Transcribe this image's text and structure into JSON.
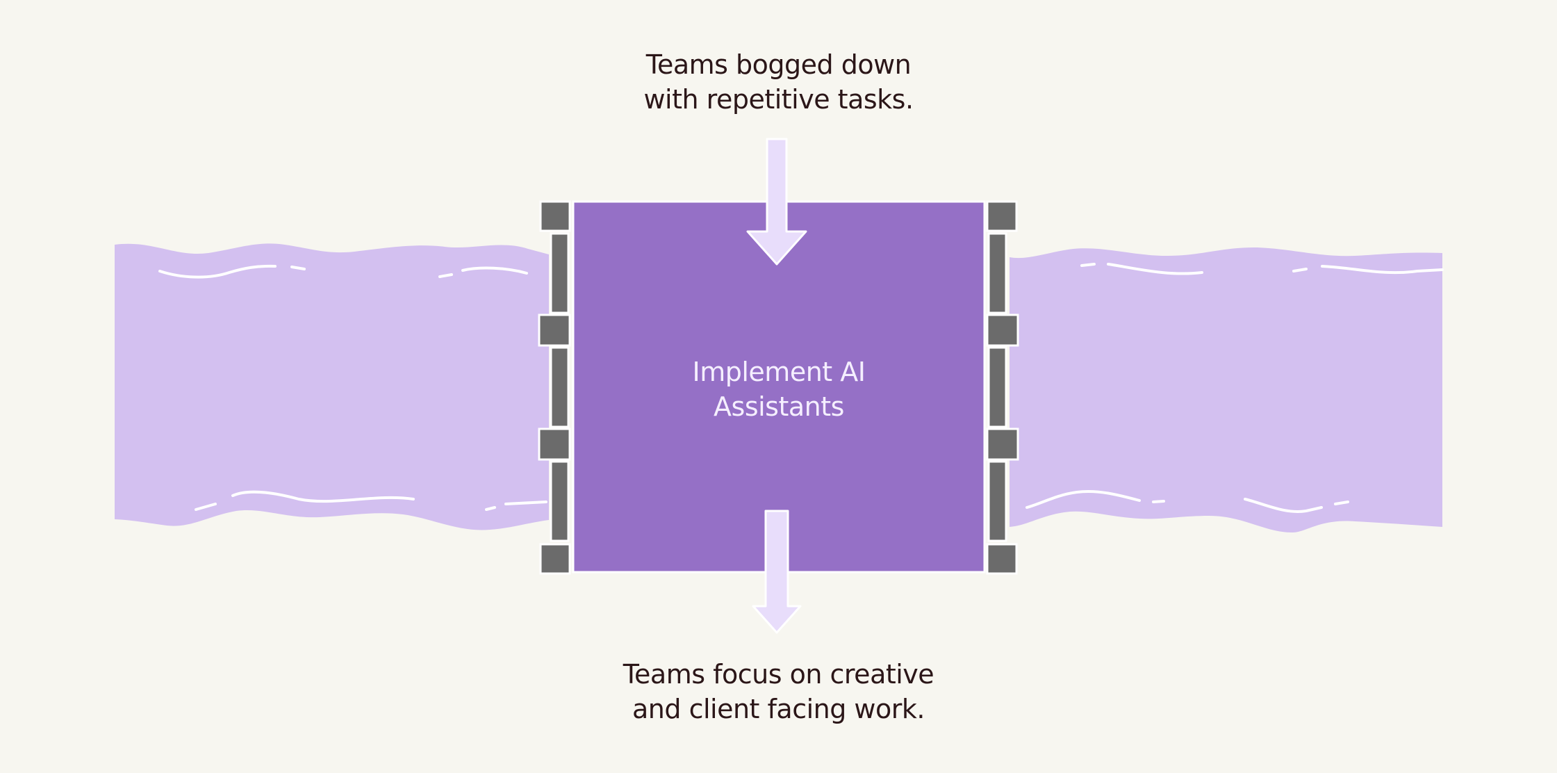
{
  "top_caption": {
    "line1": "Teams bogged down",
    "line2": "with repetitive tasks."
  },
  "center_box": {
    "line1": "Implement AI",
    "line2": "Assistants"
  },
  "bottom_caption": {
    "line1": "Teams focus on creative",
    "line2": "and client facing work."
  },
  "colors": {
    "background": "#f7f6f0",
    "river": "#d3c0f0",
    "box": "#9570c6",
    "arrow": "#e8ddfb",
    "frame": "#6b6b6b",
    "text": "#2b1618"
  }
}
